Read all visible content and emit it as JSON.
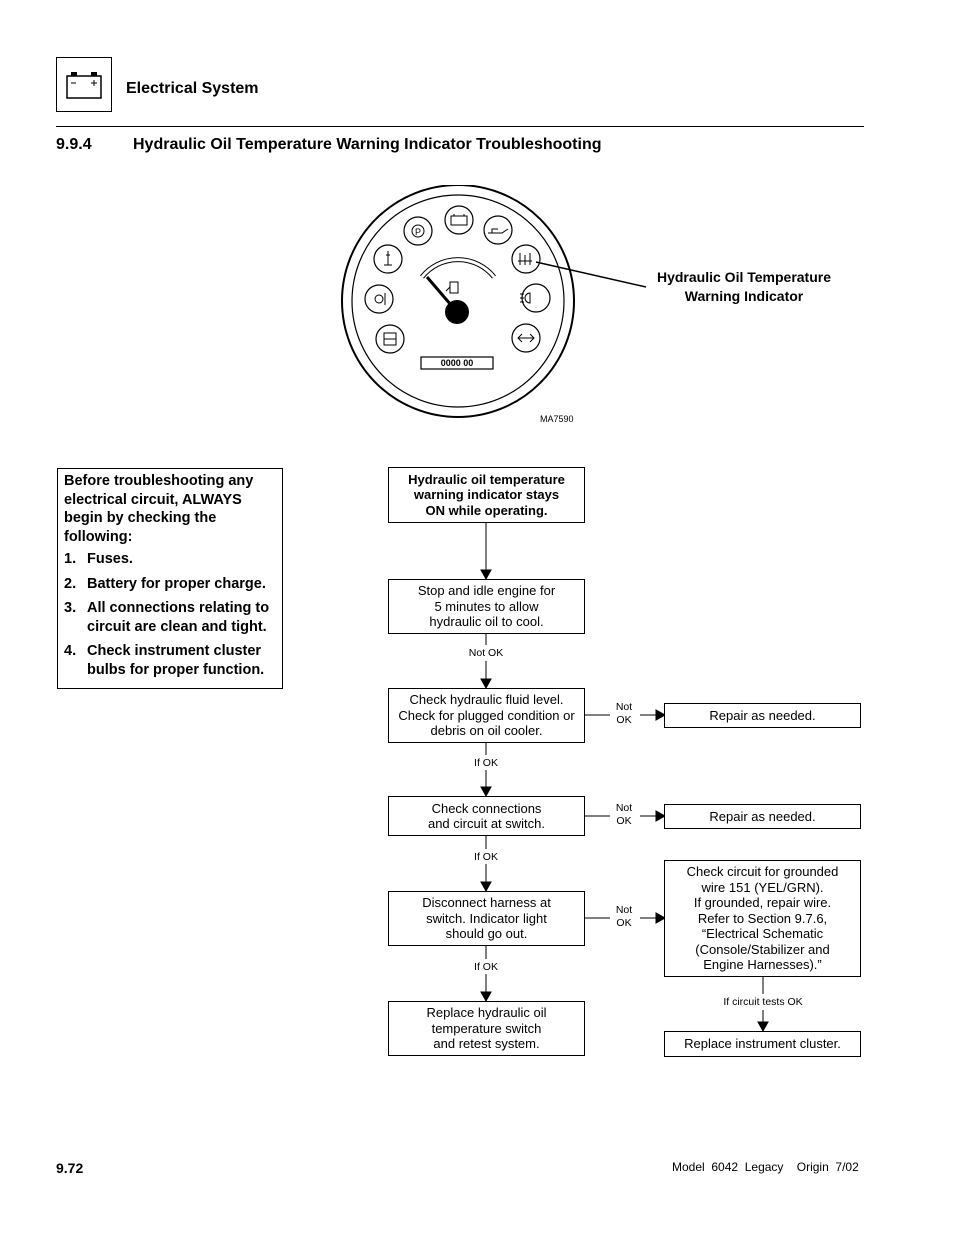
{
  "header": {
    "title": "Electrical System",
    "battery_icon": "battery-icon"
  },
  "section": {
    "number": "9.9.4",
    "title": "Hydraulic Oil Temperature Warning Indicator Troubleshooting"
  },
  "figure": {
    "odometer": "0000 00",
    "id": "MA7590",
    "callout_lines": [
      "Hydraulic Oil Temperature",
      "Warning Indicator"
    ],
    "icons": [
      "park-brake-icon",
      "battery-charge-icon",
      "engine-oil-pressure-icon",
      "hydraulic-oil-temp-icon",
      "headlight-icon",
      "turn-signal-icon",
      "seat-belt-icon",
      "engine-coolant-temp-icon",
      "glow-plug-icon",
      "fuel-icon"
    ]
  },
  "prechecks": {
    "intro": "Before troubleshooting any electrical circuit, ALWAYS begin by checking the following:",
    "items": [
      {
        "num": "1.",
        "text": "Fuses."
      },
      {
        "num": "2.",
        "text": "Battery for proper charge."
      },
      {
        "num": "3.",
        "text": "All connections relating to circuit are clean and tight."
      },
      {
        "num": "4.",
        "text": "Check instrument cluster bulbs for proper function."
      }
    ]
  },
  "flowchart": {
    "symptom": [
      "Hydraulic oil temperature",
      "warning indicator stays",
      "ON while operating."
    ],
    "step1": [
      "Stop and idle engine for",
      "5 minutes to allow",
      "hydraulic oil to cool."
    ],
    "step2": [
      "Check hydraulic fluid level.",
      "Check for plugged condition or",
      "debris on oil cooler."
    ],
    "step3": [
      "Check connections",
      "and circuit at switch."
    ],
    "step4": [
      "Disconnect harness at",
      "switch. Indicator light",
      "should go out."
    ],
    "step5": [
      "Replace hydraulic oil",
      "temperature switch",
      "and retest system."
    ],
    "repair1": "Repair as needed.",
    "repair2": "Repair as needed.",
    "ground_check": [
      "Check circuit for grounded",
      "wire 151 (YEL/GRN).",
      "If grounded, repair wire.",
      "Refer to Section 9.7.6,",
      "“Electrical Schematic",
      "(Console/Stabilizer and",
      "Engine Harnesses).”"
    ],
    "replace_cluster": "Replace instrument cluster.",
    "labels": {
      "not_ok": "Not OK",
      "not_ok_split": [
        "Not",
        "OK"
      ],
      "if_ok": "If OK",
      "if_circuit_ok": "If circuit tests OK"
    }
  },
  "footer": {
    "page": "9.72",
    "model": "Model  6042  Legacy    Origin  7/02"
  }
}
